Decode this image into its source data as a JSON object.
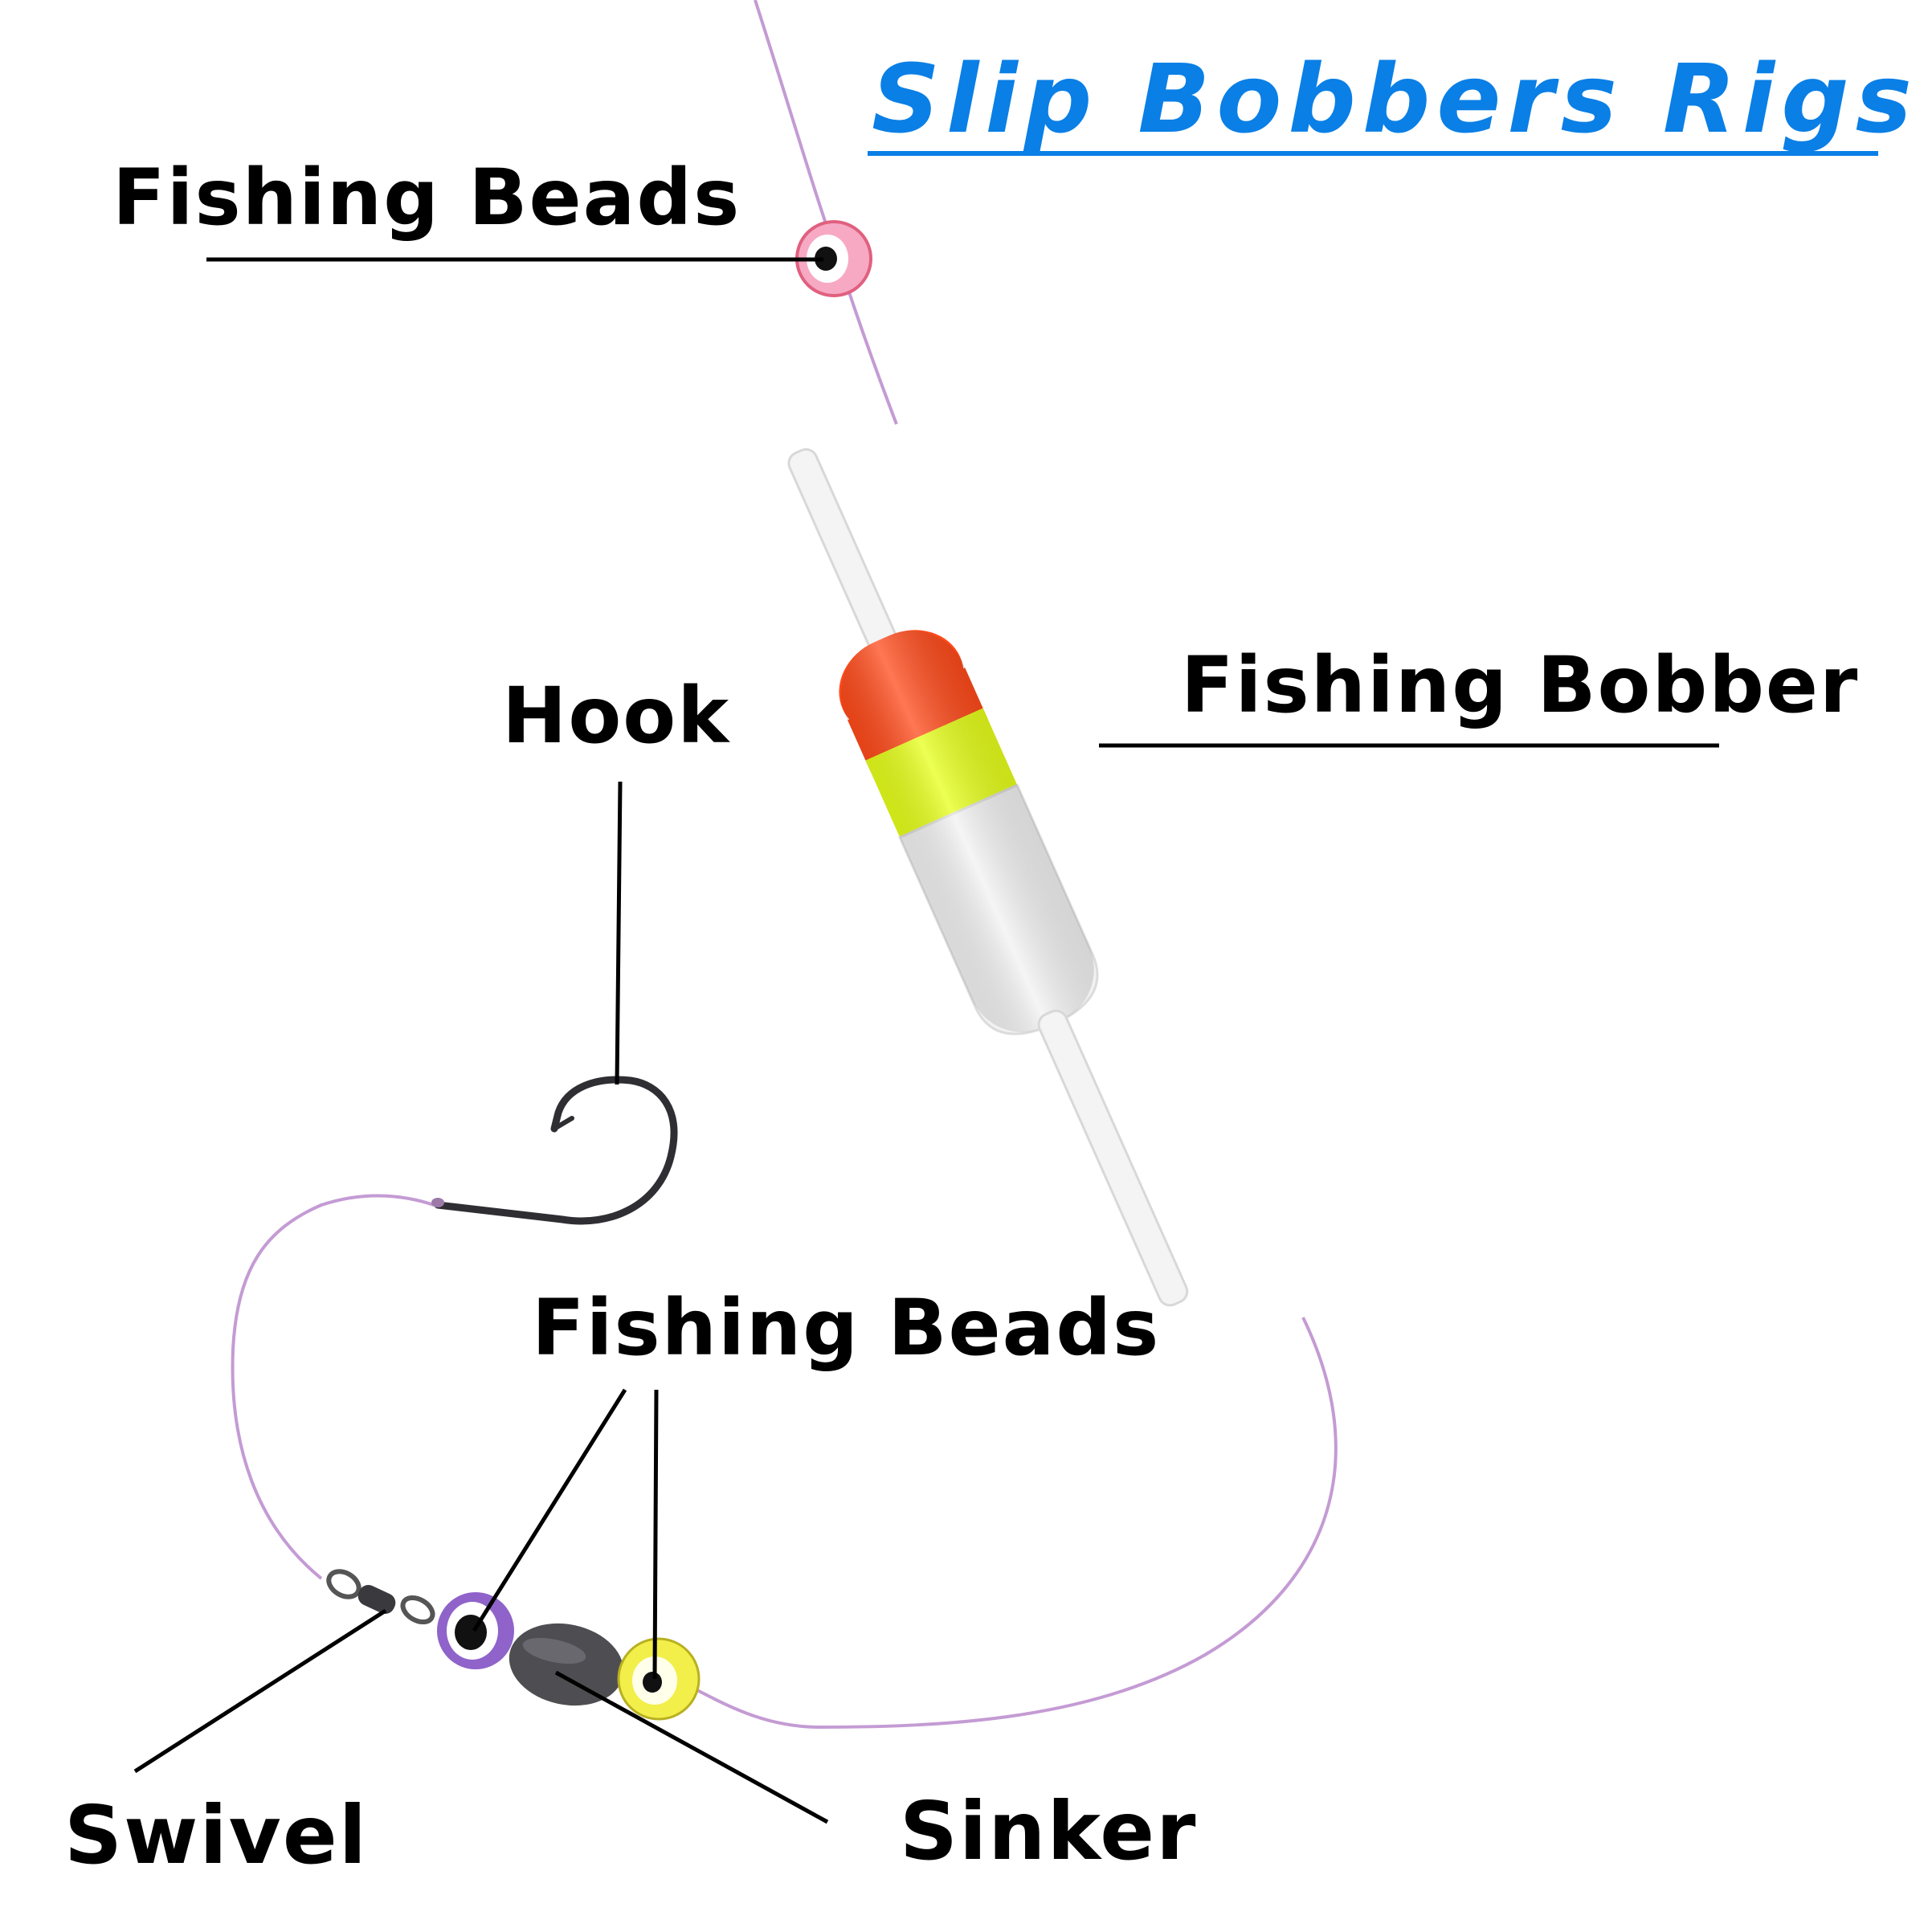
{
  "title": "Slip Bobbers Rigs",
  "labels": {
    "beads_top": "Fishing Beads",
    "bobber": "Fishing Bobber",
    "hook": "Hook",
    "beads_bottom": "Fishing Beads",
    "swivel": "Swivel",
    "sinker": "Sinker"
  },
  "colors": {
    "title": "#0a7fe6",
    "line": "#c49bd4",
    "bobber_top": "#ff4a1a",
    "bobber_band": "#e6ff1a",
    "bobber_body": "#f2f2f2",
    "bead_pink": "#f7a9c4",
    "bead_purple": "#8f63c9",
    "bead_yellow": "#f2ef4a",
    "sinker": "#4e4e52",
    "hook": "#2f2f33"
  }
}
